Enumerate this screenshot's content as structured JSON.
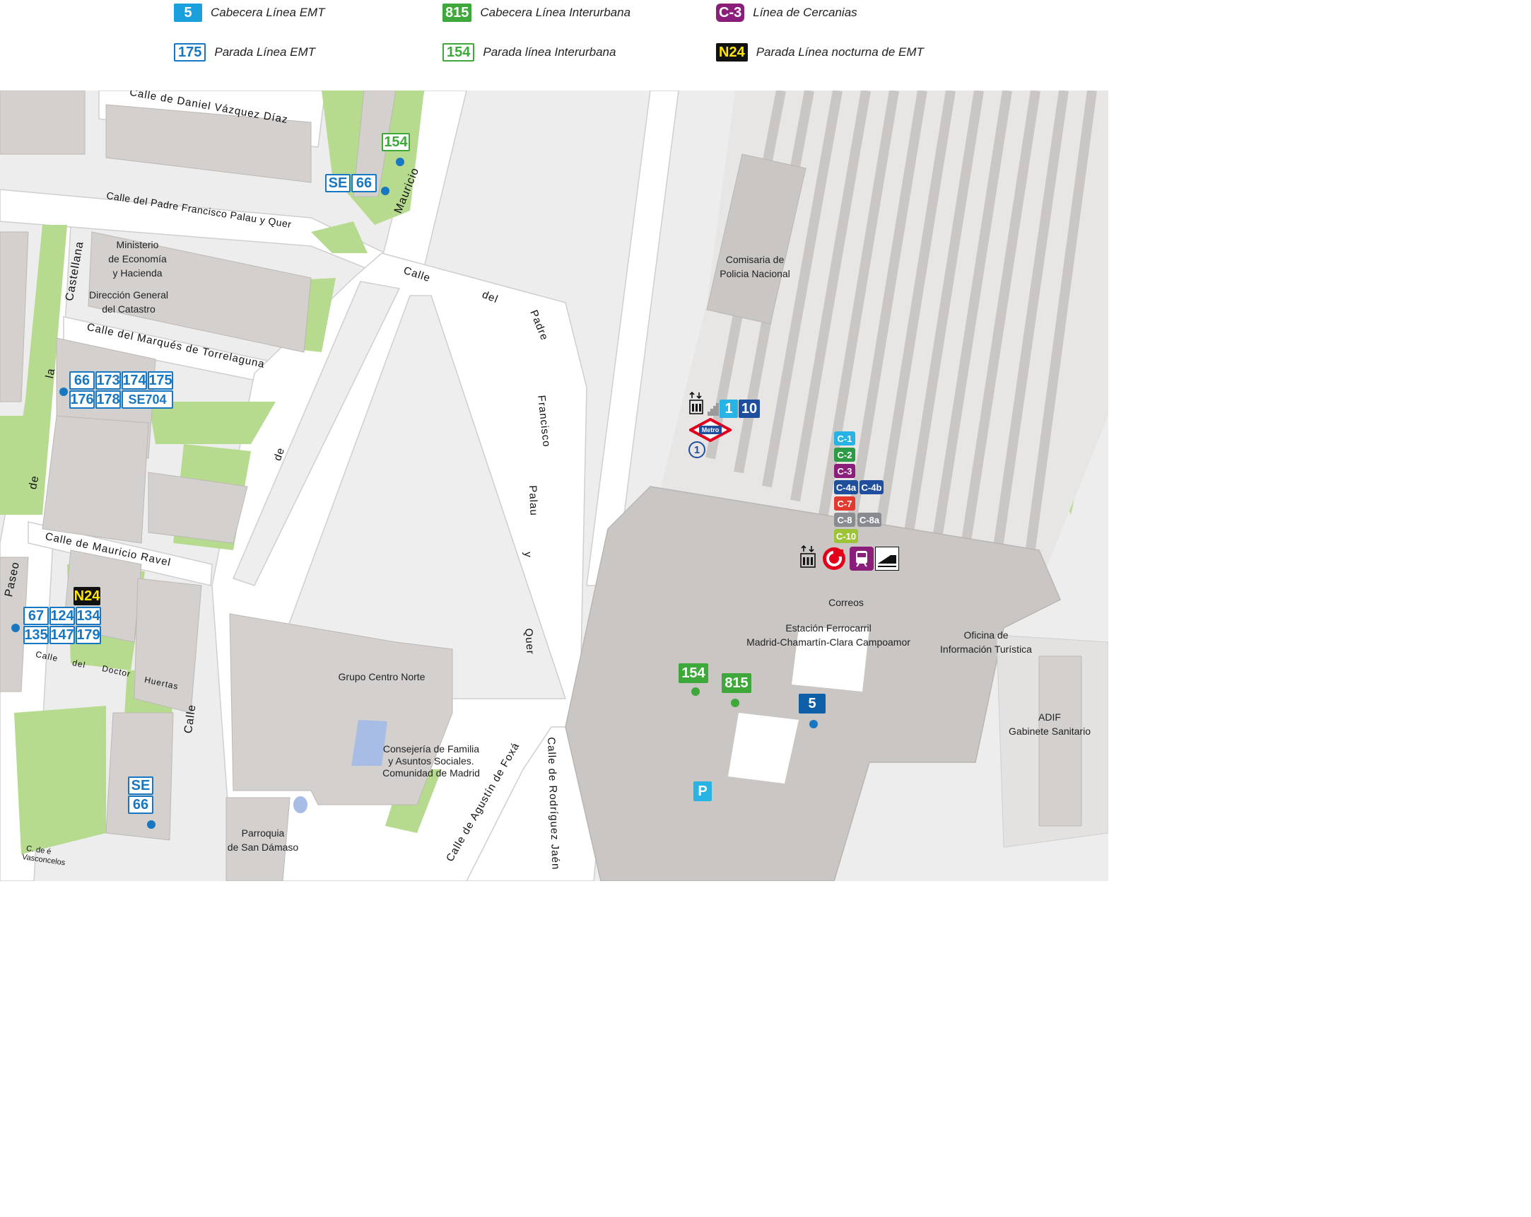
{
  "legend": [
    {
      "badge": "5",
      "type": "emt-head",
      "label": "Cabecera Línea EMT"
    },
    {
      "badge": "815",
      "type": "int-head",
      "label": "Cabecera Línea Interurbana"
    },
    {
      "badge": "C-3",
      "type": "cer",
      "label": "Línea de Cercanias"
    },
    {
      "badge": "175",
      "type": "emt-stop",
      "label": "Parada Línea EMT"
    },
    {
      "badge": "154",
      "type": "int-stop",
      "label": "Parada línea Interurbana"
    },
    {
      "badge": "N24",
      "type": "night",
      "label": "Parada Línea nocturna de EMT"
    }
  ],
  "streets": {
    "daniel": "Calle   de   Daniel   Vázquez   Díaz",
    "mauricio": "Mauricio",
    "padre_palau_top": "Calle del Padre Francisco Palau y Quer",
    "castellana": "Castellana",
    "la": "la",
    "de_left": "de",
    "paseo": "Paseo",
    "marques": "Calle   del   Marqués   de   Torrelaguna",
    "ravel": "Calle    de    Mauricio    Ravel",
    "de_center": "de",
    "calle_center": "Calle",
    "del_center": "del",
    "padre_center": "Padre",
    "francisco": "Francisco",
    "palau": "Palau",
    "y": "y",
    "quer": "Quer",
    "doctor_calle": "Calle",
    "doctor_del": "del",
    "doctor_doctor": "Doctor",
    "doctor_huertas": "Huertas",
    "calle_lower": "Calle",
    "agustin": "Calle   de   Agustín   de   Foxá",
    "rodriguez": "Calle de Rodríguez Jaén",
    "vasconcelos1": "C. de       é",
    "vasconcelos2": "Vasconcelos"
  },
  "buildings": {
    "ministerio": "Ministerio\nde Economía\ny Hacienda",
    "catastro": "Dirección General\ndel Catastro",
    "comisaria": "Comisaria de\nPolicia Nacional",
    "correos": "Correos",
    "estacion": "Estación Ferrocarril\nMadrid-Chamartín-Clara Campoamor",
    "oficina": "Oficina de\nInformación Turística",
    "adif": "ADIF\nGabinete Sanitario",
    "grupo": "Grupo Centro Norte",
    "consejeria": "Consejería de Familia\ny Asuntos Sociales.\nComunidad de Madrid",
    "parroquia": "Parroquia\nde San Dámaso"
  },
  "stops": {
    "top_int": [
      "154"
    ],
    "top_emt": [
      "SE",
      "66"
    ],
    "castellana": [
      "66",
      "173",
      "174",
      "175",
      "176",
      "178",
      "SE704"
    ],
    "ravel_night": [
      "N24"
    ],
    "ravel": [
      "67",
      "124",
      "134",
      "135",
      "147",
      "179"
    ],
    "bottom": [
      "SE",
      "66"
    ],
    "station_int_a": [
      "154"
    ],
    "station_int_b": [
      "815"
    ],
    "station_emt": [
      "5"
    ],
    "metro_lines": [
      "1",
      "10"
    ],
    "metro_label": "Metro",
    "metro_exit": "1",
    "parking": "P"
  },
  "cercanias": [
    {
      "label": "C-1",
      "color": "#27b3e4"
    },
    {
      "label": "C-2",
      "color": "#2f9a45"
    },
    {
      "label": "C-3",
      "color": "#8b1e7a"
    },
    {
      "label": "C-4a",
      "color": "#1f4f9c"
    },
    {
      "label": "C-4b",
      "color": "#1f4f9c"
    },
    {
      "label": "C-7",
      "color": "#e23a2e"
    },
    {
      "label": "C-8",
      "color": "#888c90"
    },
    {
      "label": "C-8a",
      "color": "#888c90"
    },
    {
      "label": "C-10",
      "color": "#9dc438"
    }
  ],
  "icons": [
    "elevator-icon",
    "escalator-icon",
    "renfe-icon",
    "train-icon",
    "high-speed-train-icon"
  ]
}
